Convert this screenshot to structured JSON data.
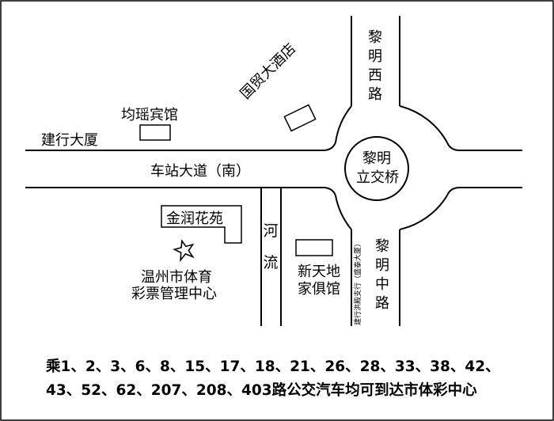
{
  "map": {
    "roads": {
      "jianhang": "建行大厦",
      "chezhan": "车站大道（南）",
      "liming_west": "黎明西路",
      "liming_middle": "黎明中路",
      "river": "河流"
    },
    "landmarks": {
      "junyao": "均瑶宾馆",
      "guomao": "国贸大酒店",
      "bridge_line1": "黎明",
      "bridge_line2": "立交桥",
      "jinrun": "金润花苑",
      "lottery_line1": "温州市体育",
      "lottery_line2": "彩票管理中心",
      "xintiandi_line1": "新天地",
      "xintiandi_line2": "家俱馆",
      "bank": "建行洪殿支行（盛泰大厦）"
    },
    "icons": {
      "destination": "star-icon"
    }
  },
  "caption": {
    "line1": "乘1、2、3、6、8、15、17、18、21、26、28、33、38、42、",
    "line2": "43、52、62、207、208、403路公交汽车均可到达市体彩中心"
  }
}
